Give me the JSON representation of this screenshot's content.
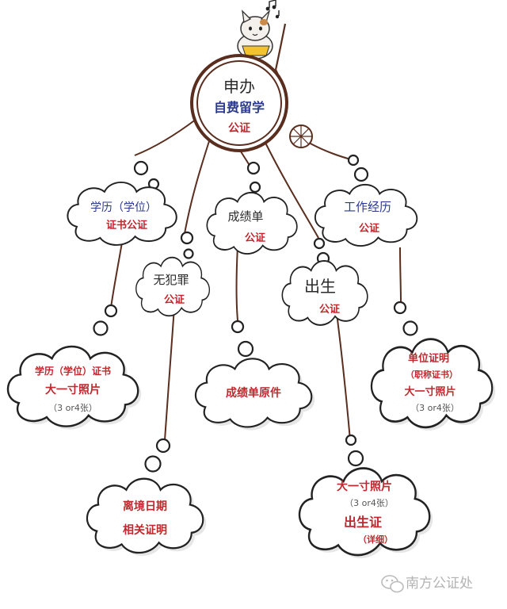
{
  "colors": {
    "title_dark": "#2a2a2a",
    "accent_blue": "#2b3990",
    "accent_red": "#c1272d",
    "branch_line": "#5a2e1f",
    "wheel_ring": "#5a2e1f"
  },
  "root": {
    "title": "申办",
    "subtitle": "自费留学",
    "tag": "公证"
  },
  "branches": [
    {
      "key": "degree",
      "title": "学历（学位）",
      "tag": "证书公证"
    },
    {
      "key": "crime",
      "title": "无犯罪",
      "tag": "公证"
    },
    {
      "key": "transcript",
      "title": "成绩单",
      "tag": "公证"
    },
    {
      "key": "birth",
      "title": "出生",
      "tag": "公证"
    },
    {
      "key": "work",
      "title": "工作经历",
      "tag": "公证"
    }
  ],
  "requirements": {
    "degree": [
      "学历（学位）证书",
      "大一寸照片",
      "（3 or4张）"
    ],
    "crime": [
      "离境日期",
      "相关证明"
    ],
    "transcript": [
      "成绩单原件"
    ],
    "birth": [
      "大一寸照片",
      "（3 or4张）",
      "出生证",
      "（详细）"
    ],
    "work": [
      "单位证明",
      "（职称证书）",
      "大一寸照片",
      "（3 or4张）"
    ]
  },
  "watermark": {
    "icon": "wechat-icon",
    "text": "南方公证处"
  },
  "mascot": {
    "icon": "cat-on-unicycle-icon"
  }
}
